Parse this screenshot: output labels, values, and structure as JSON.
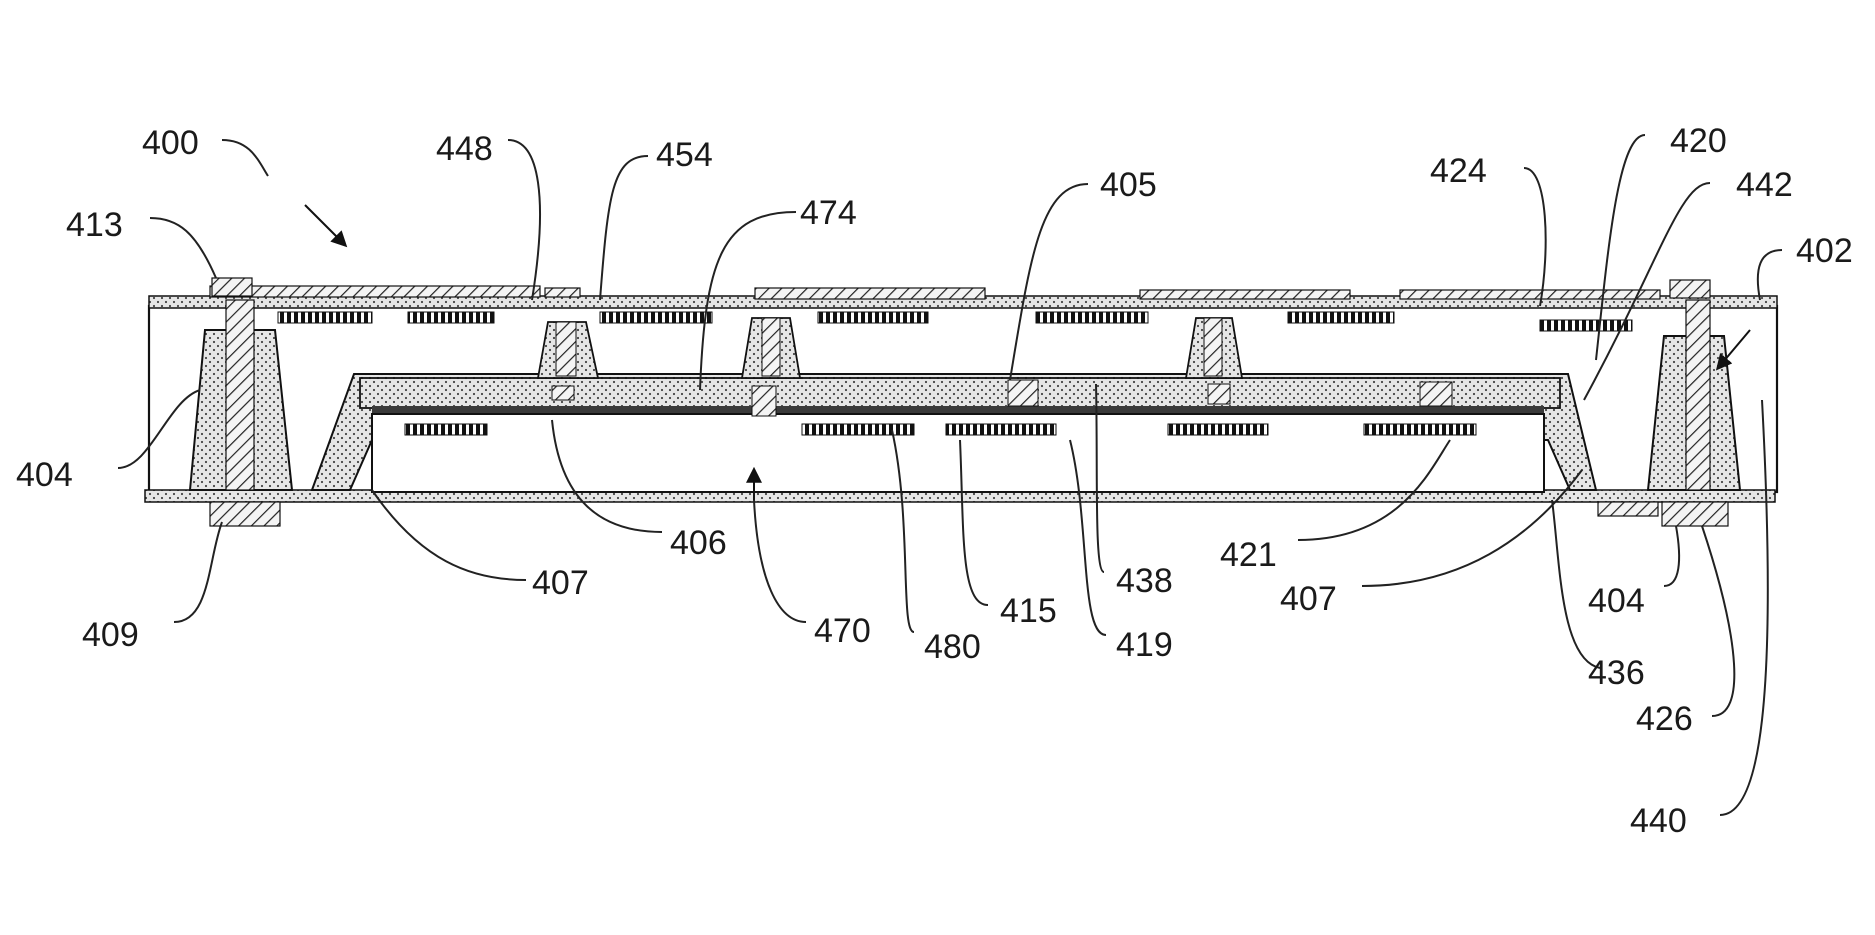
{
  "figure": {
    "ref_labels": [
      "400",
      "448",
      "454",
      "474",
      "405",
      "424",
      "420",
      "442",
      "402",
      "413",
      "404",
      "406",
      "407",
      "409",
      "470",
      "480",
      "415",
      "419",
      "438",
      "421",
      "407",
      "404",
      "436",
      "426",
      "440"
    ]
  }
}
